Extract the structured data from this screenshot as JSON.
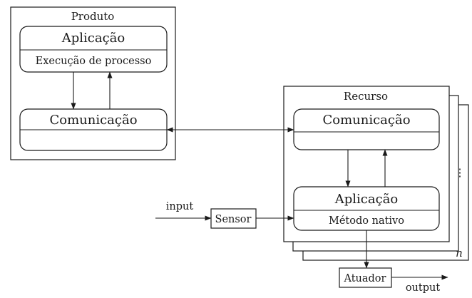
{
  "produto": {
    "title": "Produto",
    "aplicacao": {
      "title": "Aplicação",
      "subtitle": "Execução de processo"
    },
    "comunicacao": {
      "title": "Comunicação"
    }
  },
  "recurso": {
    "title": "Recurso",
    "comunicacao": {
      "title": "Comunicação"
    },
    "aplicacao": {
      "title": "Aplicação",
      "subtitle": "Método nativo"
    },
    "stack_count_label": "n",
    "ellipsis": "⋮"
  },
  "io": {
    "input_label": "input",
    "sensor_label": "Sensor",
    "atuador_label": "Atuador",
    "output_label": "output"
  }
}
